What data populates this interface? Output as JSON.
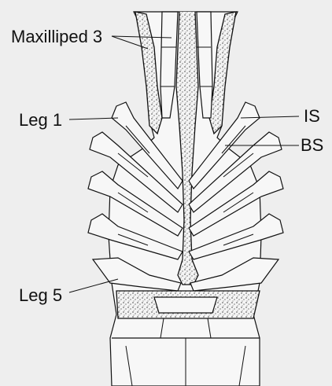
{
  "figure": {
    "labels": {
      "maxilliped": "Maxilliped 3",
      "leg1": "Leg 1",
      "leg5": "Leg 5",
      "is": "IS",
      "bs": "BS"
    },
    "colors": {
      "background": "#eeeeee",
      "ink": "#111111",
      "fill": "#f7f7f7"
    }
  }
}
